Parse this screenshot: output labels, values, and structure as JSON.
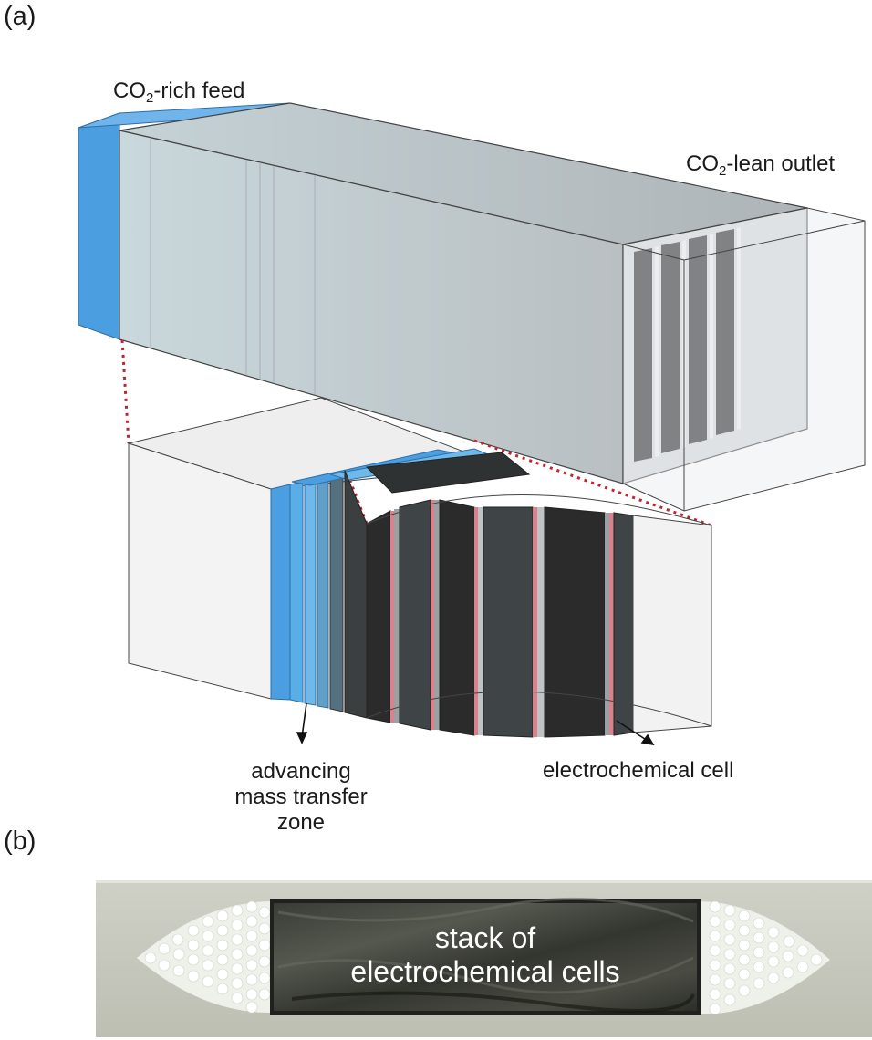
{
  "panel_a": {
    "label": "(a)"
  },
  "panel_b": {
    "label": "(b)"
  },
  "labels": {
    "feed_prefix": "CO",
    "feed_sub": "2",
    "feed_suffix": "-rich feed",
    "outlet_prefix": "CO",
    "outlet_sub": "2",
    "outlet_suffix": "-lean outlet",
    "zone_line1": "advancing",
    "zone_line2": "mass transfer",
    "zone_line3": "zone",
    "cell": "electrochemical cell"
  },
  "photo": {
    "line1": "stack of",
    "line2": "electrochemical cells"
  },
  "colors": {
    "feed_blue": "#4b9fe0",
    "cell_dark": "#2b2b2b",
    "membrane_pink": "#d9828c",
    "zoom_dotted": "#cc1f2b"
  }
}
